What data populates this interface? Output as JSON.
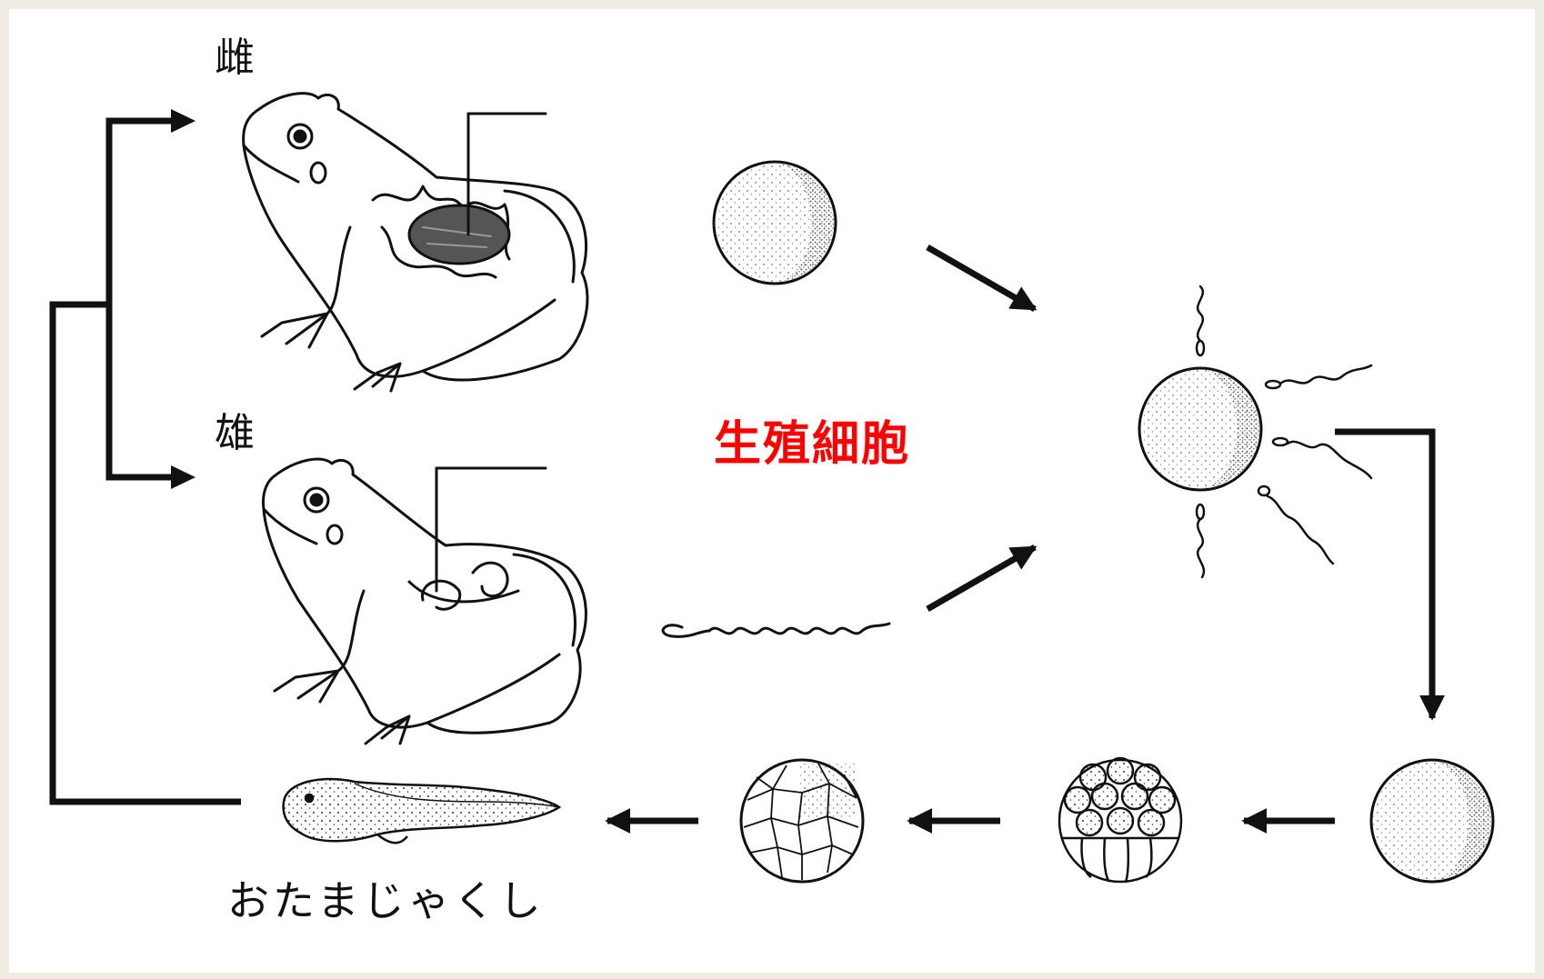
{
  "labels": {
    "female": "雌",
    "male": "雄",
    "germ_cells": "生殖細胞",
    "tadpole": "おたまじゃくし"
  },
  "colors": {
    "background": "#efede3",
    "canvas": "#ffffff",
    "line": "#111111",
    "highlight": "#ff0000",
    "ovary_fill": "#555555"
  },
  "icons": {
    "female_frog": "frog-female-icon",
    "male_frog": "frog-male-icon",
    "egg": "egg-cell-icon",
    "sperm": "sperm-icon",
    "fertilization": "fertilized-egg-icon",
    "tadpole": "tadpole-icon"
  }
}
